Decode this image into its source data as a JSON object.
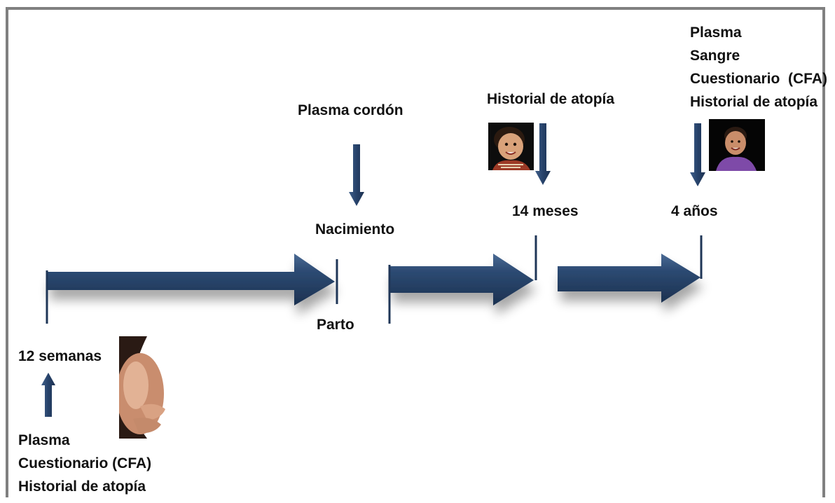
{
  "stages": {
    "week12": {
      "label": "12 semanas",
      "samples": [
        "Plasma",
        "Cuestionario (CFA)",
        "Historial de atopía"
      ]
    },
    "birth": {
      "top_label": "Plasma cordón",
      "event_label": "Nacimiento",
      "bottom_label": "Parto"
    },
    "month14": {
      "top_label": "Historial de atopía",
      "event_label": "14 meses"
    },
    "year4": {
      "samples": [
        "Plasma",
        "Sangre",
        "Cuestionario  (CFA)",
        "Historial de atopía"
      ],
      "event_label": "4 años"
    }
  },
  "photos": [
    "pregnant-belly-photo",
    "toddler-photo",
    "child-photo"
  ],
  "colors": {
    "arrow_dark": "#1f3657",
    "arrow_light": "#3f5f8a",
    "frame": "#808080"
  }
}
